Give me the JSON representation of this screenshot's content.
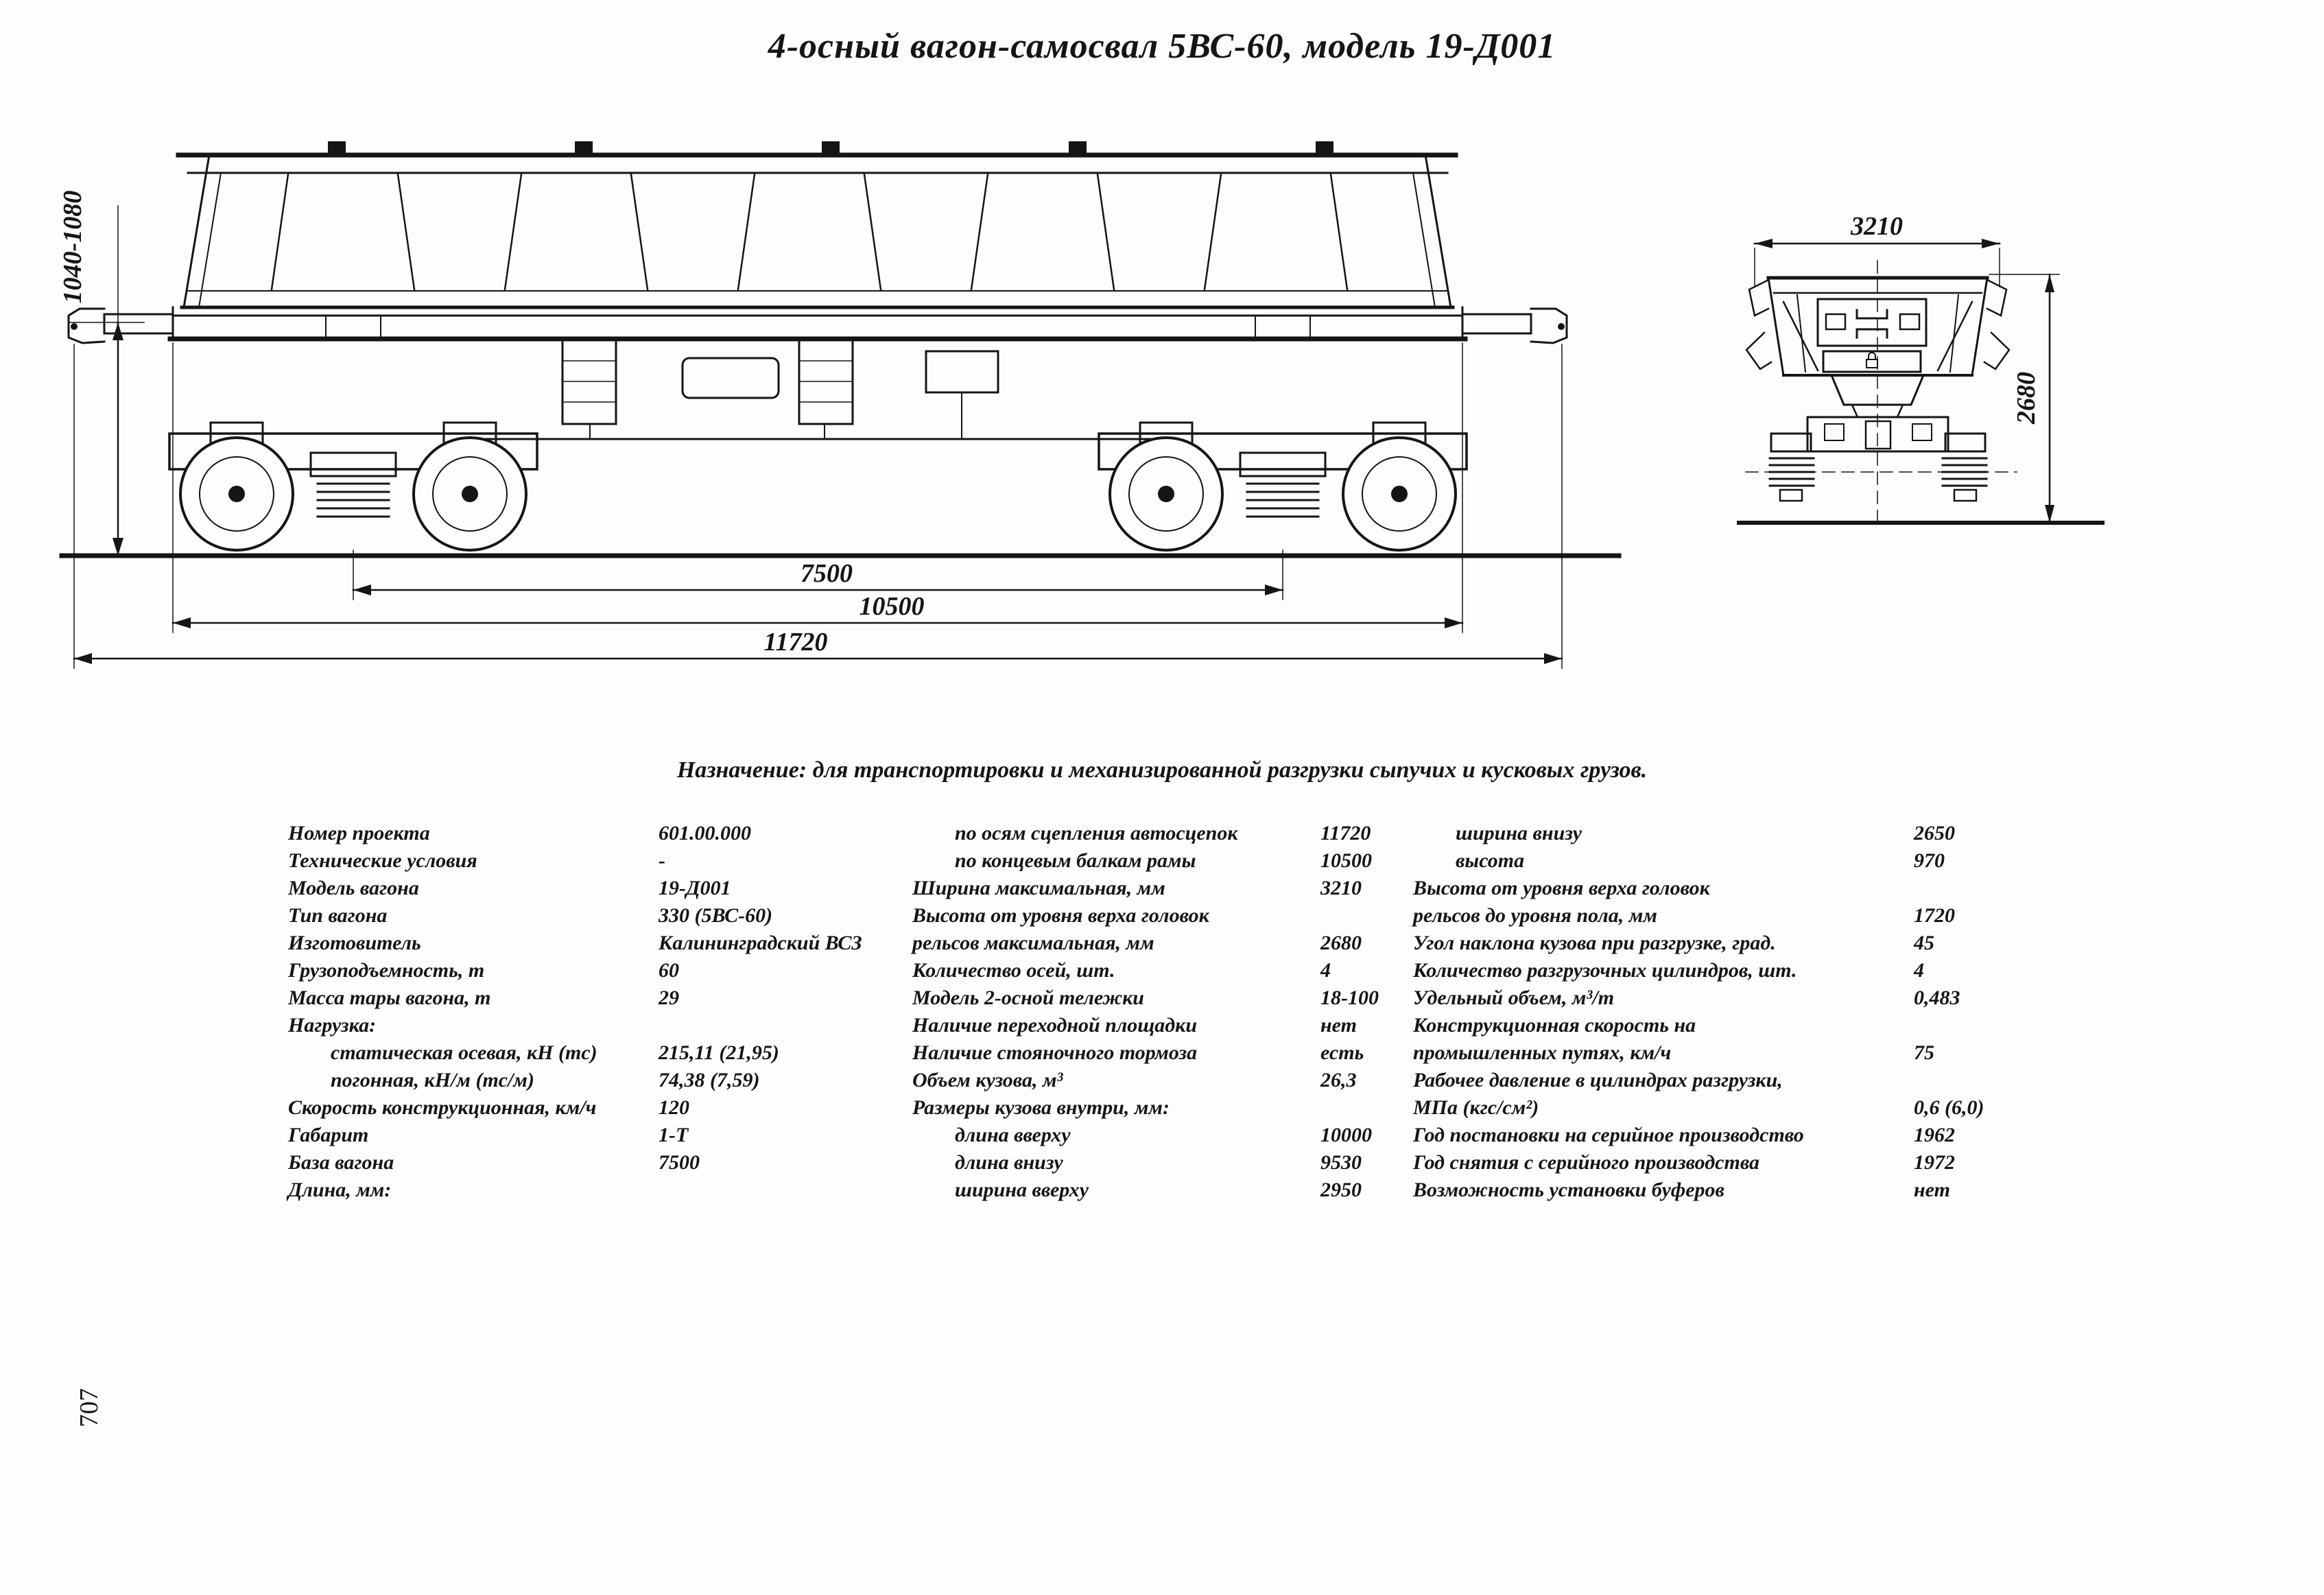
{
  "page": {
    "title": "4-осный вагон-самосвал 5ВС-60, модель 19-Д001",
    "purpose": "Назначение: для транспортировки и механизированной разгрузки сыпучих и кусковых грузов.",
    "page_number": "707"
  },
  "drawings": {
    "side_view": {
      "coupler_height_range": "1040-1080",
      "bogie_base": "7500",
      "frame_length": "10500",
      "coupler_length": "11720"
    },
    "end_view": {
      "width_max": "3210",
      "height_max": "2680"
    }
  },
  "specs": {
    "col1": [
      {
        "label": "Номер проекта",
        "value": "601.00.000"
      },
      {
        "label": "Технические условия",
        "value": "-"
      },
      {
        "label": "Модель вагона",
        "value": "19-Д001"
      },
      {
        "label": "Тип вагона",
        "value": "330 (5ВС-60)"
      },
      {
        "label": "Изготовитель",
        "value": "Калининградский ВСЗ"
      },
      {
        "label": "Грузоподъемность, т",
        "value": "60"
      },
      {
        "label": "Масса тары вагона, т",
        "value": "29"
      },
      {
        "label": "Нагрузка:",
        "value": ""
      },
      {
        "label": "статическая осевая, кН (тс)",
        "value": "215,11 (21,95)"
      },
      {
        "label": "погонная, кН/м (тс/м)",
        "value": "74,38 (7,59)"
      },
      {
        "label": "Скорость конструкционная, км/ч",
        "value": "120"
      },
      {
        "label": "Габарит",
        "value": "1-Т"
      },
      {
        "label": "База вагона",
        "value": "7500"
      },
      {
        "label": "Длина, мм:",
        "value": ""
      }
    ],
    "col2": [
      {
        "label": "по осям сцепления автосцепок",
        "value": "11720"
      },
      {
        "label": "по концевым балкам рамы",
        "value": "10500"
      },
      {
        "label": "Ширина максимальная, мм",
        "value": "3210"
      },
      {
        "label": "Высота от уровня верха головок",
        "value": ""
      },
      {
        "label": "рельсов максимальная, мм",
        "value": "2680"
      },
      {
        "label": "Количество осей, шт.",
        "value": "4"
      },
      {
        "label": "Модель 2-осной тележки",
        "value": "18-100"
      },
      {
        "label": "Наличие переходной площадки",
        "value": "нет"
      },
      {
        "label": "Наличие стояночного тормоза",
        "value": "есть"
      },
      {
        "label": "Объем кузова, м³",
        "value": "26,3"
      },
      {
        "label": "Размеры кузова внутри, мм:",
        "value": ""
      },
      {
        "label": "длина вверху",
        "value": "10000"
      },
      {
        "label": "длина внизу",
        "value": "9530"
      },
      {
        "label": "ширина вверху",
        "value": "2950"
      }
    ],
    "col3": [
      {
        "label": "ширина внизу",
        "value": "2650"
      },
      {
        "label": "высота",
        "value": "970"
      },
      {
        "label": "Высота от уровня верха головок",
        "value": ""
      },
      {
        "label": "рельсов до уровня пола, мм",
        "value": "1720"
      },
      {
        "label": "Угол наклона кузова при разгрузке, град.",
        "value": "45"
      },
      {
        "label": "Количество разгрузочных цилиндров, шт.",
        "value": "4"
      },
      {
        "label": "Удельный объем, м³/т",
        "value": "0,483"
      },
      {
        "label": "Конструкционная скорость на",
        "value": ""
      },
      {
        "label": "промышленных путях, км/ч",
        "value": "75"
      },
      {
        "label": "Рабочее давление в цилиндрах разгрузки,",
        "value": ""
      },
      {
        "label": "МПа (кгс/см²)",
        "value": "0,6 (6,0)"
      },
      {
        "label": "Год постановки на серийное производство",
        "value": "1962"
      },
      {
        "label": "Год снятия с серийного производства",
        "value": "1972"
      },
      {
        "label": "Возможность установки буферов",
        "value": "нет"
      }
    ]
  }
}
